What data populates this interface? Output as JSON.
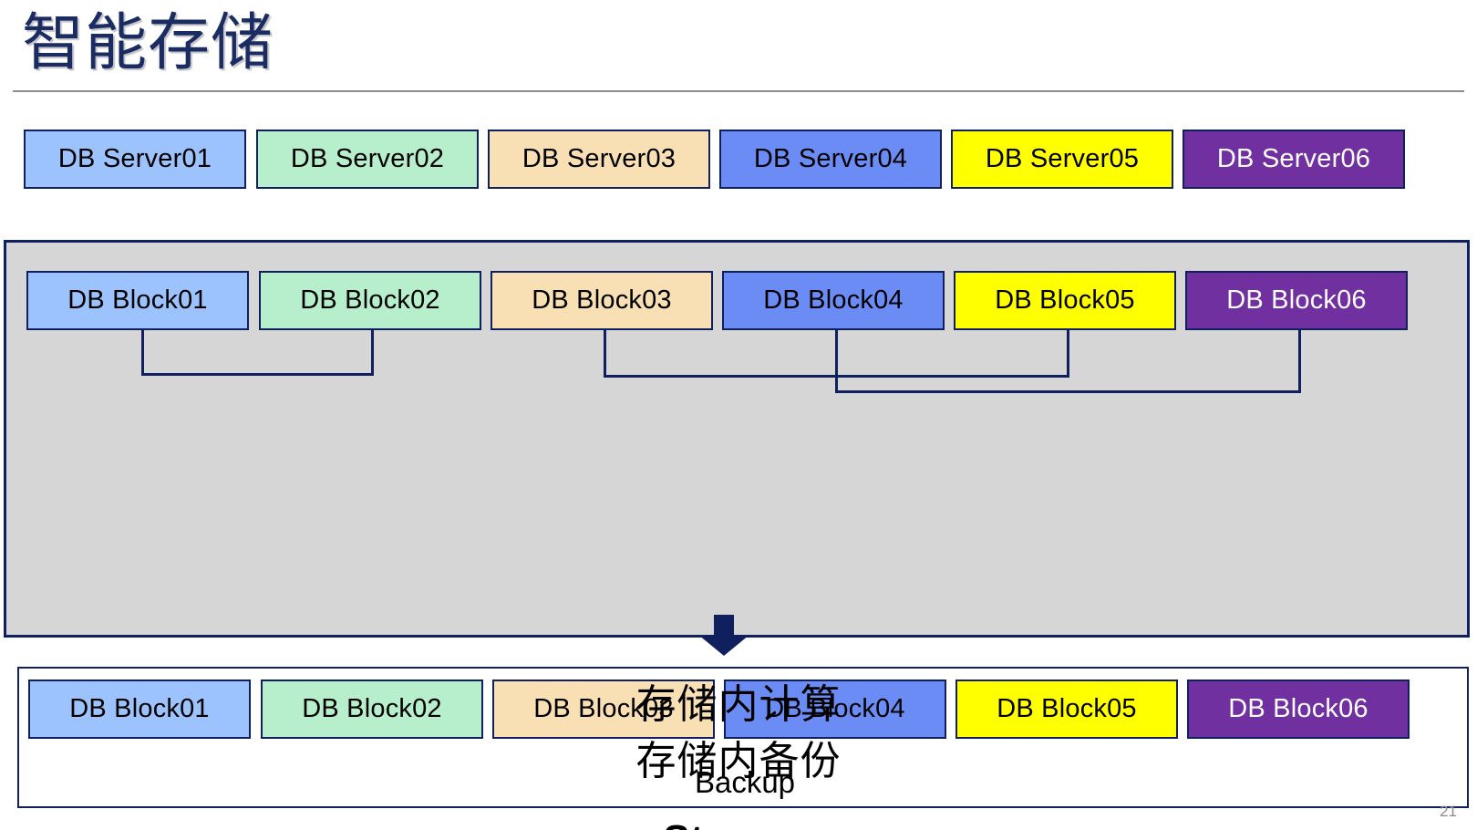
{
  "slide": {
    "title": "智能存储",
    "page_number": "21"
  },
  "servers": {
    "label_prefix": "DB Server",
    "items": [
      {
        "label": "DB Server01",
        "fill": "#9DC3FF",
        "text_color": "#000000"
      },
      {
        "label": "DB Server02",
        "fill": "#B7EFCD",
        "text_color": "#000000"
      },
      {
        "label": "DB Server03",
        "fill": "#F8DFB4",
        "text_color": "#000000"
      },
      {
        "label": "DB Server04",
        "fill": "#6C8CF5",
        "text_color": "#000000"
      },
      {
        "label": "DB Server05",
        "fill": "#FFFF00",
        "text_color": "#000000"
      },
      {
        "label": "DB Server06",
        "fill": "#7030A0",
        "text_color": "#FFFFFF"
      }
    ]
  },
  "storage": {
    "label": "Storage",
    "background": "#D6D6D6",
    "border_color": "#10205E",
    "primary_blocks": [
      {
        "label": "DB Block01",
        "fill": "#9DC3FF",
        "text_color": "#000000"
      },
      {
        "label": "DB Block02",
        "fill": "#B7EFCD",
        "text_color": "#000000"
      },
      {
        "label": "DB Block03",
        "fill": "#F8DFB4",
        "text_color": "#000000"
      },
      {
        "label": "DB Block04",
        "fill": "#6C8CF5",
        "text_color": "#000000"
      },
      {
        "label": "DB Block05",
        "fill": "#FFFF00",
        "text_color": "#000000"
      },
      {
        "label": "DB Block06",
        "fill": "#7030A0",
        "text_color": "#FFFFFF"
      }
    ],
    "backup": {
      "label": "Backup",
      "background": "#FFFFFF",
      "blocks": [
        {
          "label": "DB Block01",
          "fill": "#9DC3FF",
          "text_color": "#000000"
        },
        {
          "label": "DB Block02",
          "fill": "#B7EFCD",
          "text_color": "#000000"
        },
        {
          "label": "DB Block03",
          "fill": "#F8DFB4",
          "text_color": "#000000"
        },
        {
          "label": "DB Block04",
          "fill": "#6C8CF5",
          "text_color": "#000000"
        },
        {
          "label": "DB Block05",
          "fill": "#FFFF00",
          "text_color": "#000000"
        },
        {
          "label": "DB Block06",
          "fill": "#7030A0",
          "text_color": "#FFFFFF"
        }
      ]
    },
    "arrow_direction": "down",
    "arrow_color": "#10205E"
  },
  "notes": {
    "line1": "存储内计算",
    "line2": "存储内备份"
  },
  "colors": {
    "title": "#1B2C63",
    "rule": "#8C8C8C",
    "border": "#10205E",
    "page_number": "#8A8A8A"
  }
}
